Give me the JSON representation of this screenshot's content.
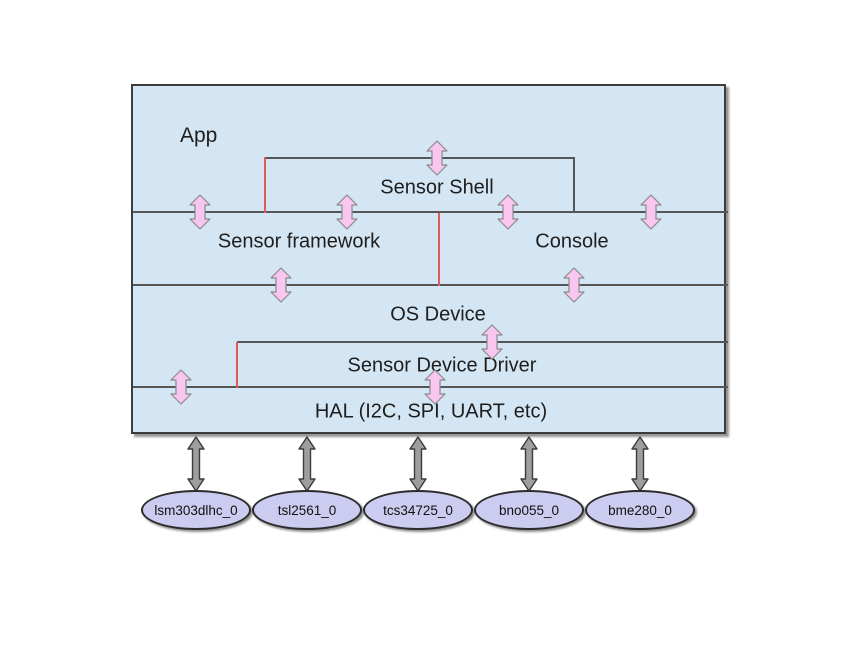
{
  "layers": {
    "app": "App",
    "sensor_shell": "Sensor Shell",
    "sensor_framework": "Sensor framework",
    "console": "Console",
    "os_device": "OS Device",
    "sensor_device_driver": "Sensor Device Driver",
    "hal": "HAL (I2C, SPI, UART, etc)"
  },
  "sensors": [
    {
      "label": "lsm303dlhc_0"
    },
    {
      "label": "tsl2561_0"
    },
    {
      "label": "tcs34725_0"
    },
    {
      "label": "bno055_0"
    },
    {
      "label": "bme280_0"
    }
  ],
  "colors": {
    "layer_fill": "#d4e6f3",
    "sensor_node_fill": "#ccccf0",
    "divider_line": "#565656",
    "highlight_line": "#e05c5c",
    "interface_arrow_fill": "#f9c6f0",
    "hardware_arrow_fill": "#9e9e9e",
    "text": "#1e1e1e"
  }
}
